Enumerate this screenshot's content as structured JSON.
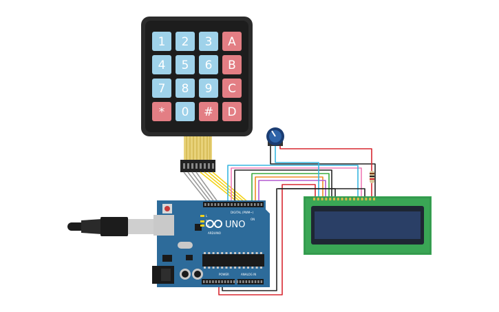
{
  "keypad": {
    "keys": [
      {
        "label": "1",
        "kind": "number"
      },
      {
        "label": "2",
        "kind": "number"
      },
      {
        "label": "3",
        "kind": "number"
      },
      {
        "label": "A",
        "kind": "letter"
      },
      {
        "label": "4",
        "kind": "number"
      },
      {
        "label": "5",
        "kind": "number"
      },
      {
        "label": "6",
        "kind": "number"
      },
      {
        "label": "B",
        "kind": "letter"
      },
      {
        "label": "7",
        "kind": "number"
      },
      {
        "label": "8",
        "kind": "number"
      },
      {
        "label": "9",
        "kind": "number"
      },
      {
        "label": "C",
        "kind": "letter"
      },
      {
        "label": "*",
        "kind": "letter"
      },
      {
        "label": "0",
        "kind": "number"
      },
      {
        "label": "#",
        "kind": "letter"
      },
      {
        "label": "D",
        "kind": "letter"
      }
    ]
  },
  "arduino": {
    "brand": "ARDUINO",
    "model": "UNO",
    "digital_label": "DIGITAL (PWM~)",
    "power_label": "POWER",
    "analog_label": "ANALOG IN",
    "tx_label": "TX",
    "rx_label": "RX",
    "l_label": "L",
    "on_label": "ON"
  },
  "colors": {
    "keypad_body": "#2b2b2b",
    "key_number": "#9fd2ea",
    "key_letter": "#e37e84",
    "board": "#2d6b9a",
    "lcd_pcb": "#3aa655",
    "lcd_screen": "#2a3f66",
    "wire_red": "#d7262f",
    "wire_black": "#222222",
    "wire_yellow": "#f2d21c",
    "wire_green": "#3cab3c",
    "wire_orange": "#f08a22",
    "wire_purple": "#b45ad0",
    "wire_pink": "#f07ab5",
    "wire_cyan": "#37b6e0",
    "wire_gray": "#9a9a9a"
  }
}
